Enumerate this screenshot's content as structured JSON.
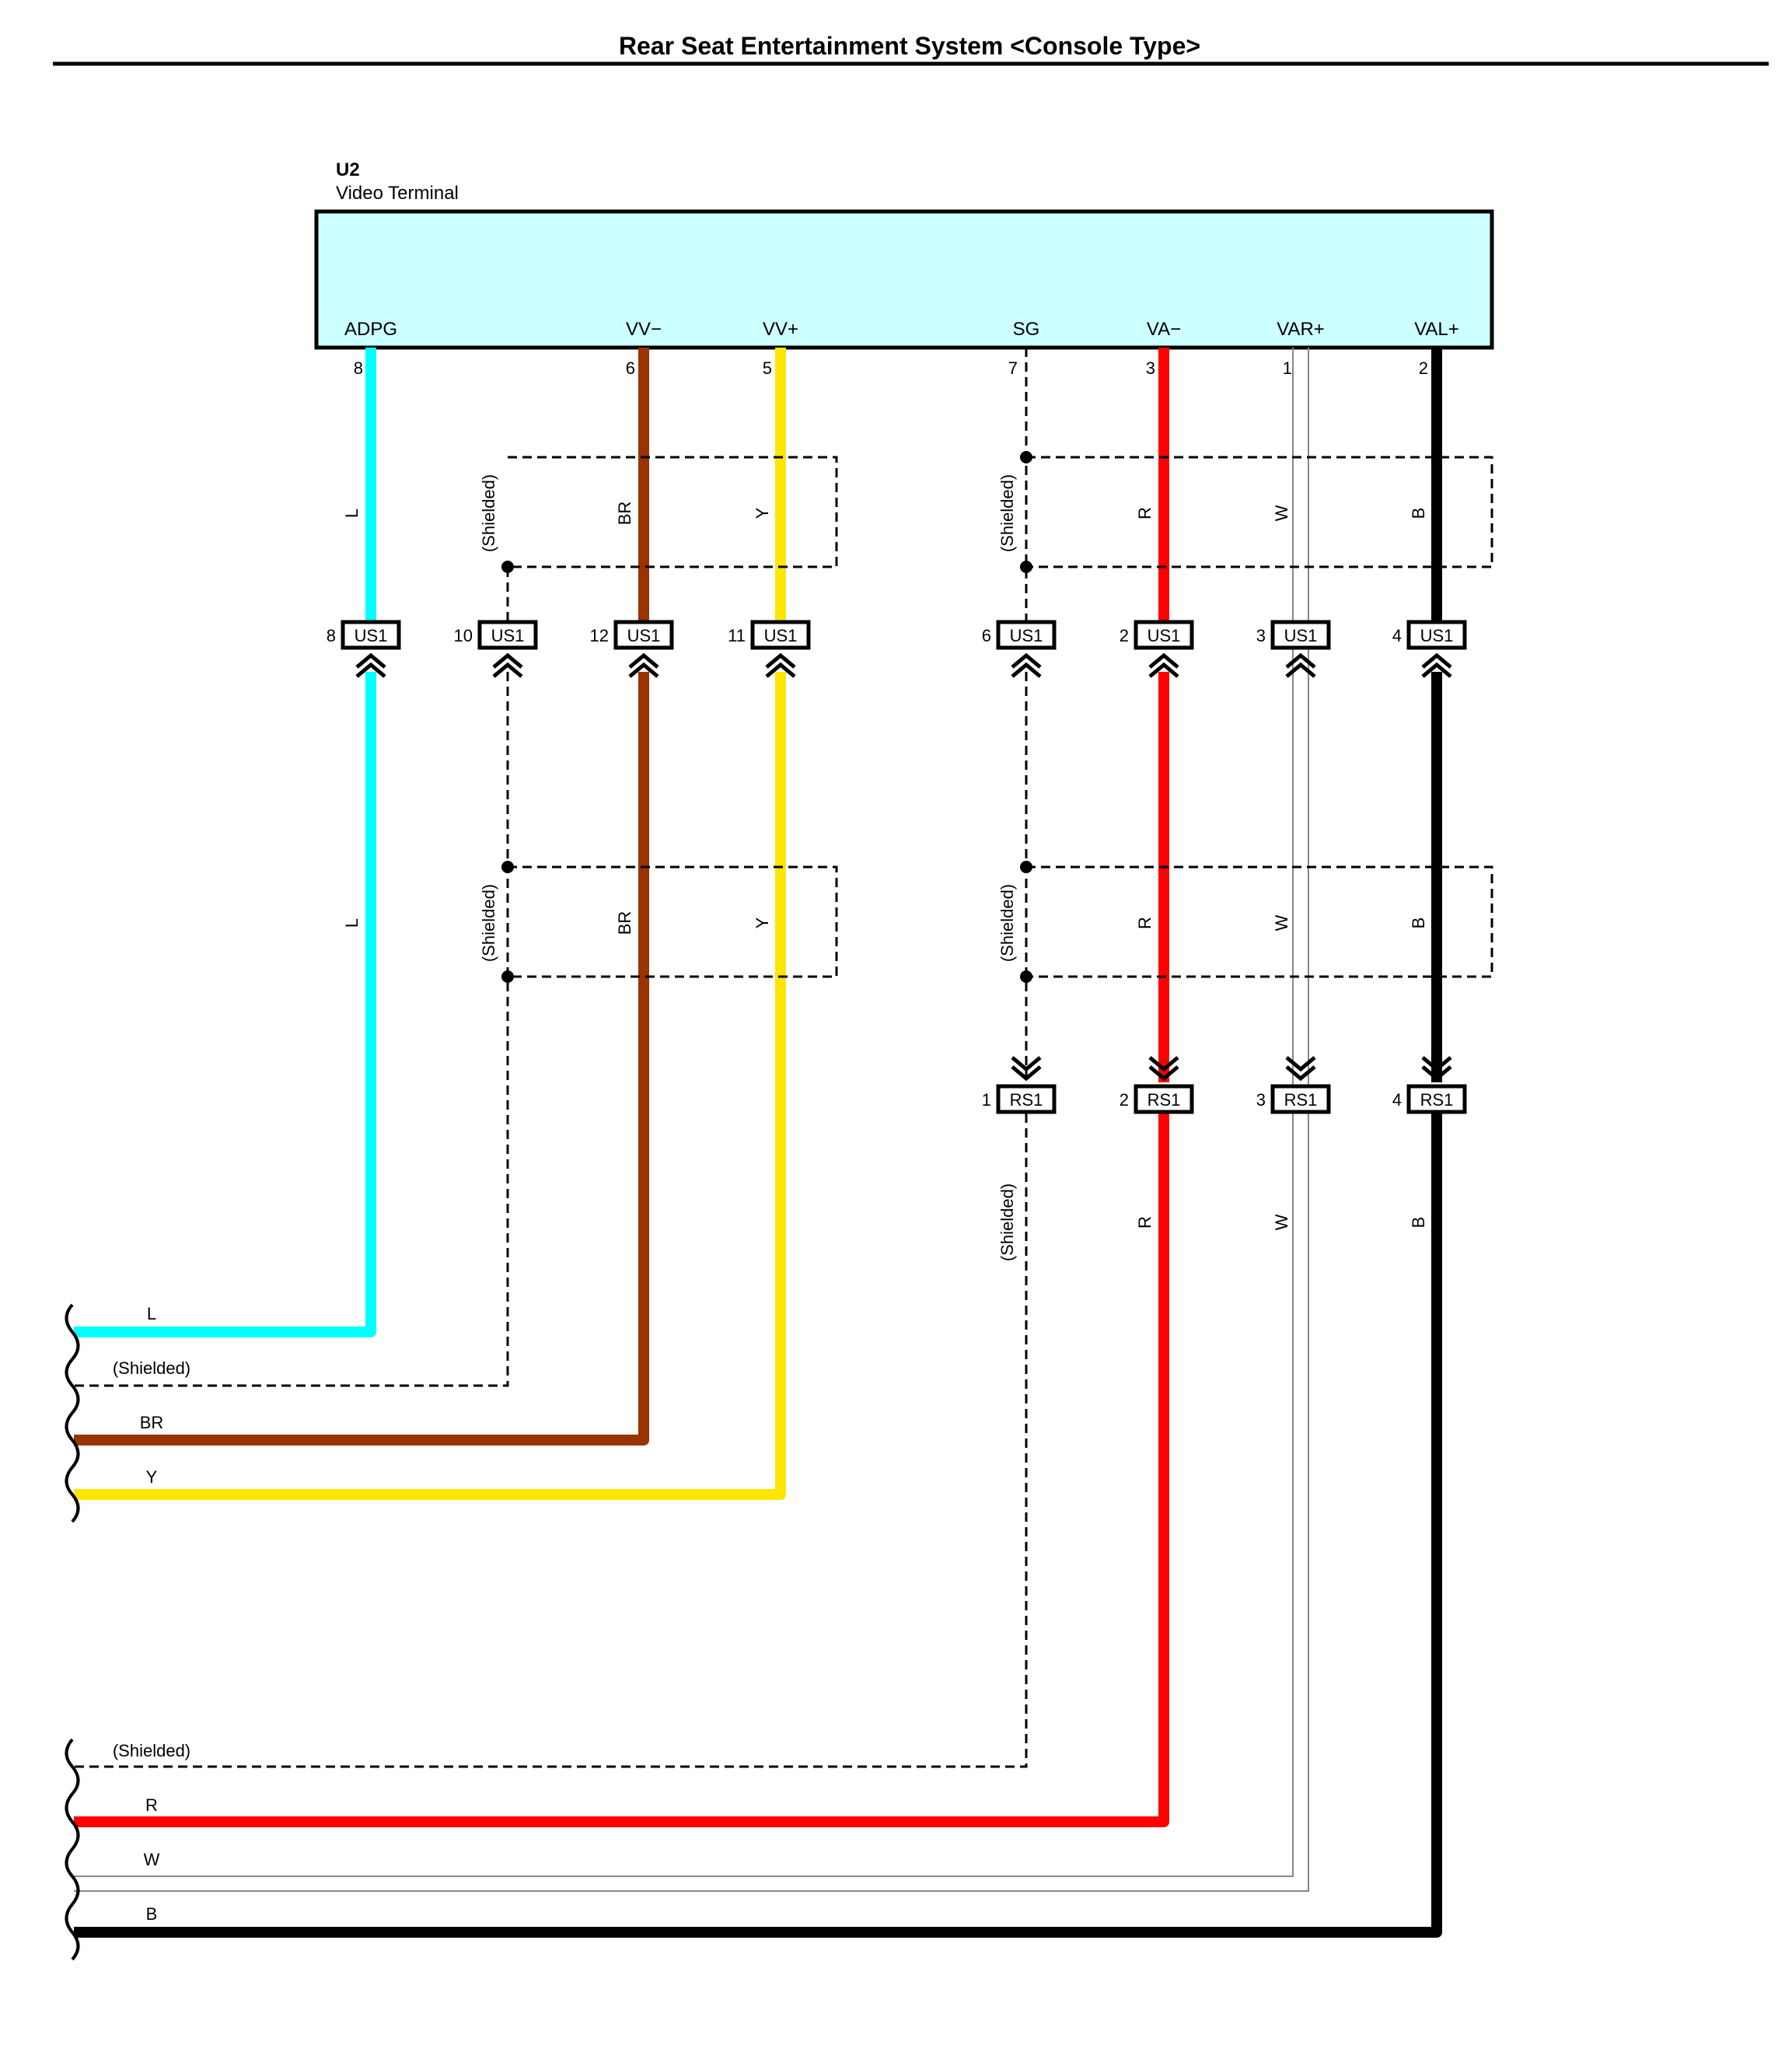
{
  "title": "Rear Seat Entertainment System <Console Type>",
  "component": {
    "id": "U2",
    "name": "Video Terminal",
    "fill": "#ccffff"
  },
  "shield_label": "(Shielded)",
  "wires": [
    {
      "key": "l",
      "terminal": "ADPG",
      "pin": "8",
      "color": "L",
      "hex": "#00ffff",
      "us1_pin": "8",
      "rs1_pin": null
    },
    {
      "key": "sh1",
      "terminal": null,
      "pin": null,
      "color": "(Shielded)",
      "hex": "#000000",
      "us1_pin": "10",
      "rs1_pin": null
    },
    {
      "key": "br",
      "terminal": "VV−",
      "pin": "6",
      "color": "BR",
      "hex": "#993300",
      "us1_pin": "12",
      "rs1_pin": null
    },
    {
      "key": "y",
      "terminal": "VV+",
      "pin": "5",
      "color": "Y",
      "hex": "#ffe600",
      "us1_pin": "11",
      "rs1_pin": null
    },
    {
      "key": "sg",
      "terminal": "SG",
      "pin": "7",
      "color": "(Shielded)",
      "hex": "#000000",
      "us1_pin": "6",
      "rs1_pin": "1"
    },
    {
      "key": "r",
      "terminal": "VA−",
      "pin": "3",
      "color": "R",
      "hex": "#ff0000",
      "us1_pin": "2",
      "rs1_pin": "2"
    },
    {
      "key": "w",
      "terminal": "VAR+",
      "pin": "1",
      "color": "W",
      "hex": "#999999",
      "us1_pin": "3",
      "rs1_pin": "3"
    },
    {
      "key": "b",
      "terminal": "VAL+",
      "pin": "2",
      "color": "B",
      "hex": "#000000",
      "us1_pin": "4",
      "rs1_pin": "4"
    }
  ],
  "connectors": {
    "us1": "US1",
    "rs1": "RS1"
  },
  "left_labels": {
    "top_group": [
      "L",
      "(Shielded)",
      "BR",
      "Y"
    ],
    "bottom_group": [
      "(Shielded)",
      "R",
      "W",
      "B"
    ]
  }
}
